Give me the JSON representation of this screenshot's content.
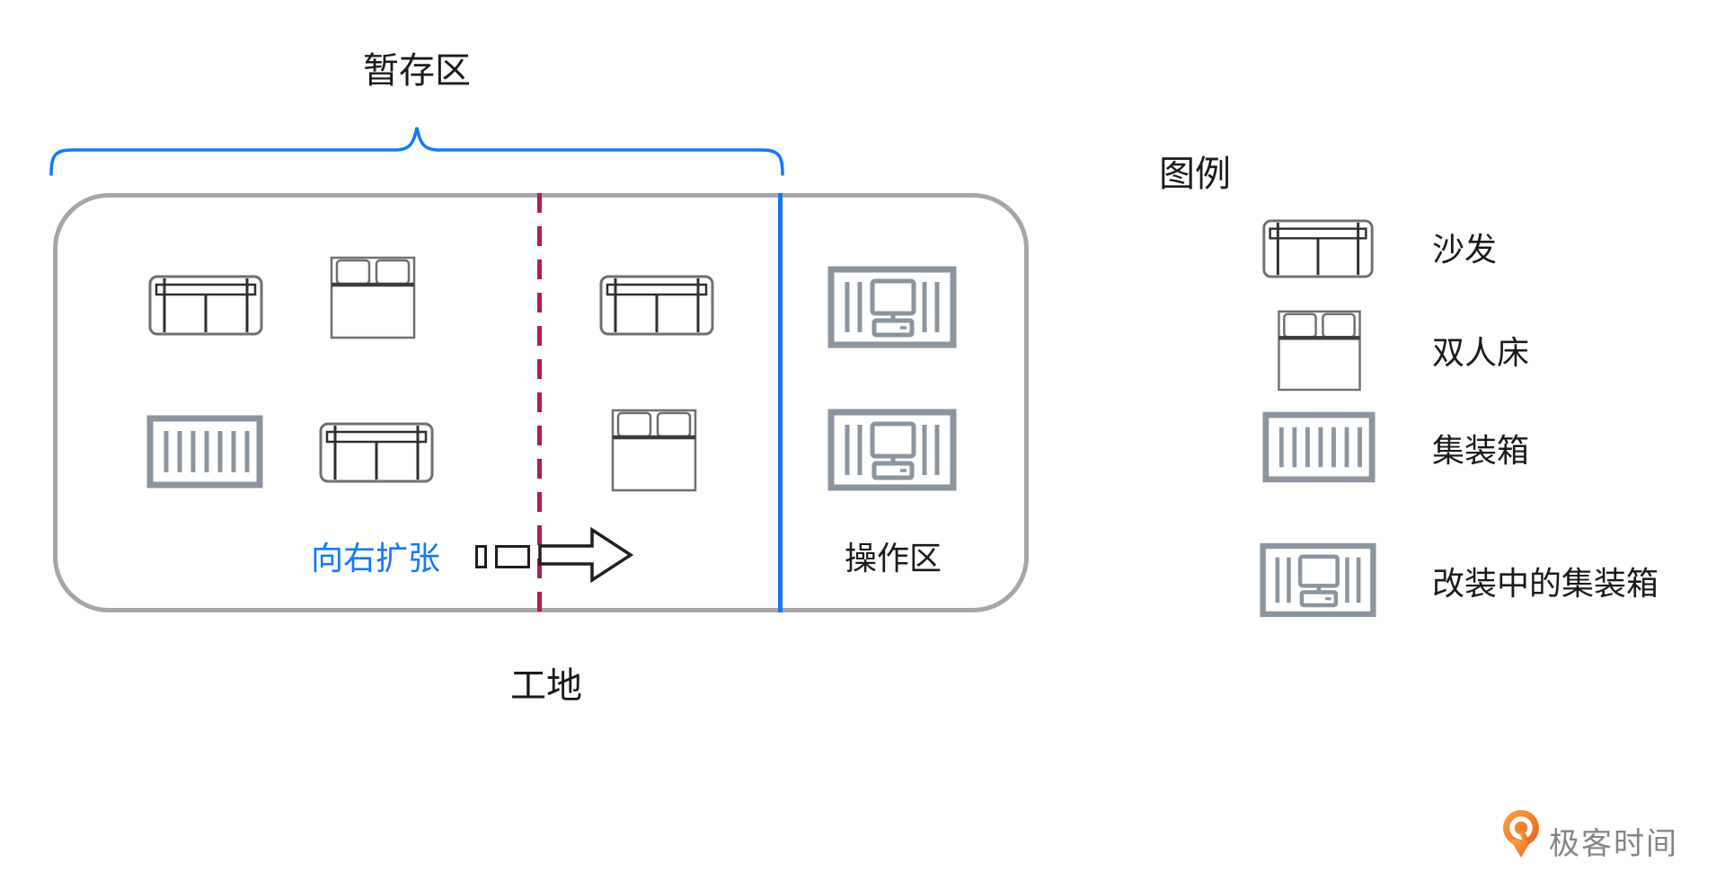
{
  "diagram": {
    "staging_area_label": "暂存区",
    "expand_right_label": "向右扩张",
    "operation_area_label": "操作区",
    "site_label": "工地"
  },
  "legend": {
    "title": "图例",
    "items": [
      {
        "icon": "sofa-icon",
        "label": "沙发"
      },
      {
        "icon": "double-bed-icon",
        "label": "双人床"
      },
      {
        "icon": "container-icon",
        "label": "集装箱"
      },
      {
        "icon": "modified-container-icon",
        "label": "改装中的集装箱"
      }
    ]
  },
  "branding": {
    "logo_text": "极客时间"
  },
  "colors": {
    "accent_blue": "#1278ff",
    "divider_red": "#b01e50",
    "rect_border_gray": "#a6a6a6",
    "container_icon_gray": "#8c959e",
    "furniture_outline_gray": "#6f6f6f",
    "arrow_black": "#1f1f1f",
    "logo_orange": "#ed6c22",
    "logo_text_gray": "#858585"
  }
}
